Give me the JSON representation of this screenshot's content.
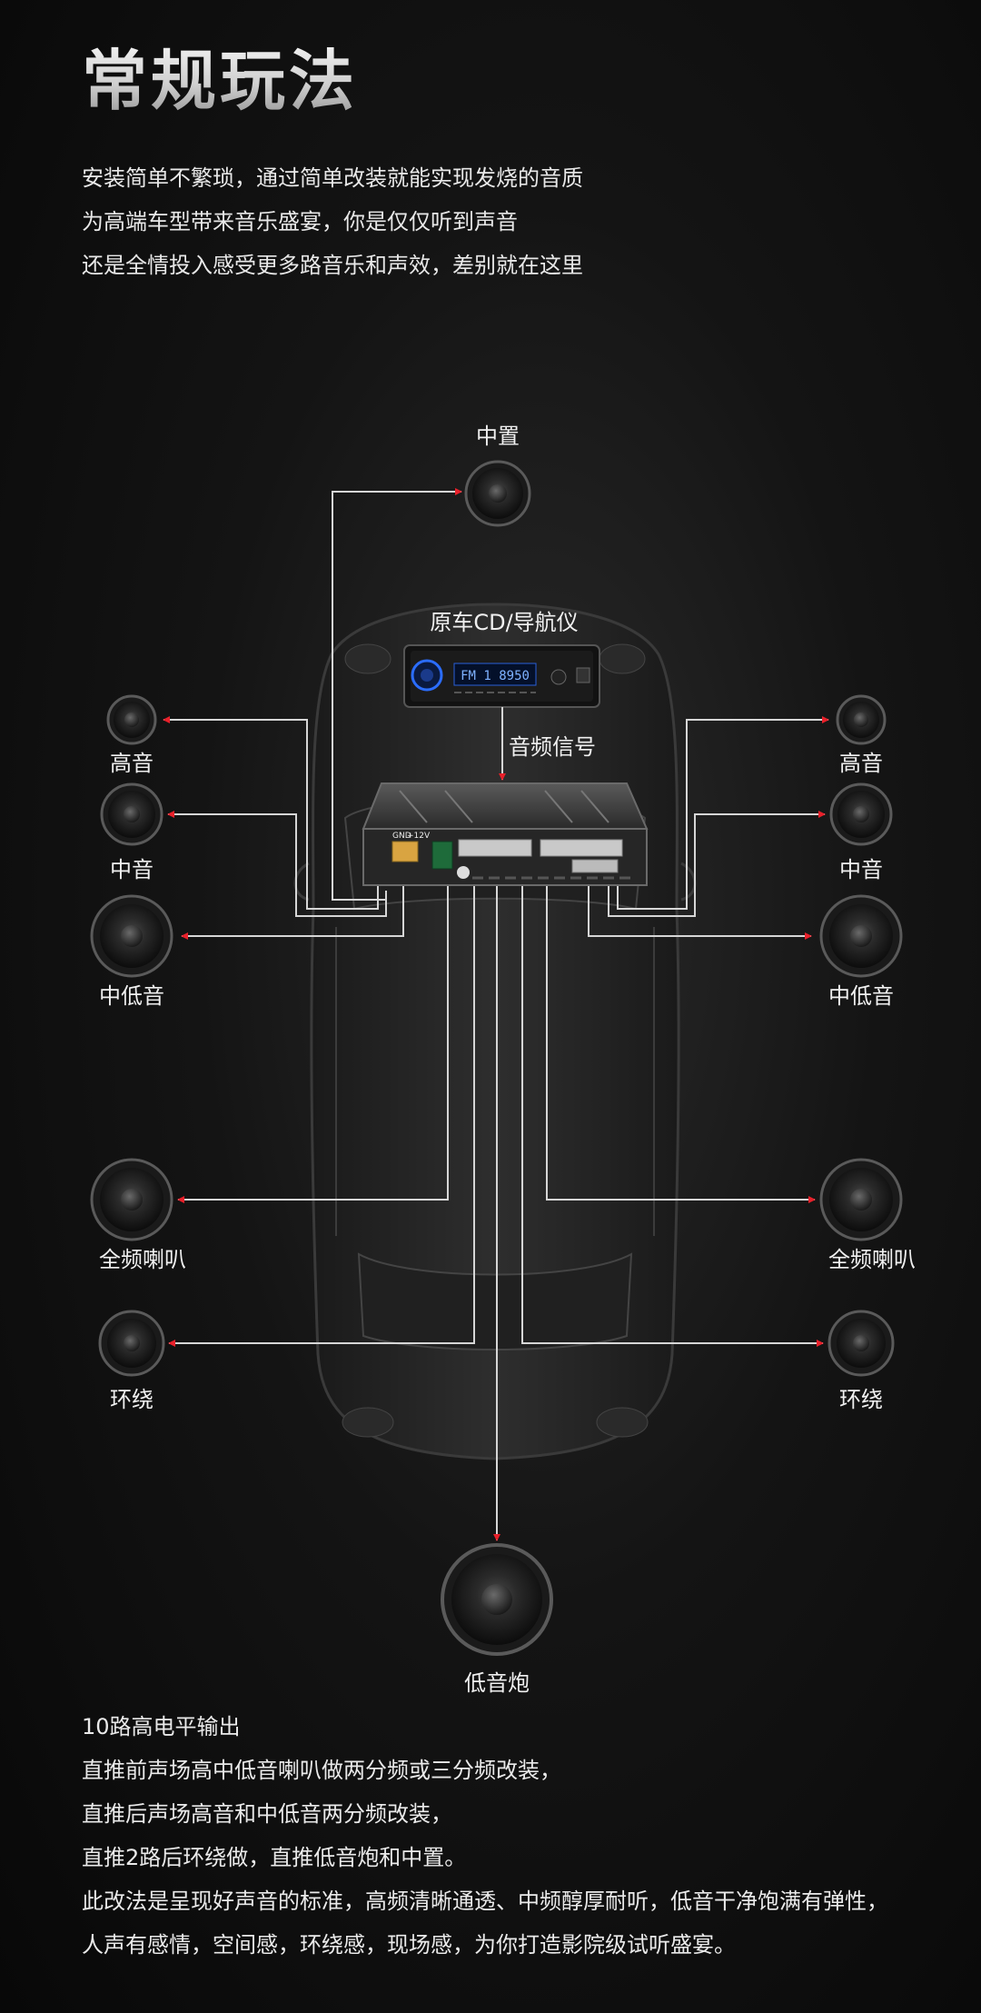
{
  "title": "常规玩法",
  "intro": [
    "安装简单不繁琐，通过简单改装就能实现发烧的音质",
    "为高端车型带来音乐盛宴，你是仅仅听到声音",
    "还是全情投入感受更多路音乐和声效，差别就在这里"
  ],
  "diagram": {
    "head_unit_label": "原车CD/导航仪",
    "head_unit_display": "FM 1 8950",
    "signal_label": "音频信号",
    "speakers": {
      "center": "中置",
      "tweeter_left": "高音",
      "tweeter_right": "高音",
      "mid_left": "中音",
      "mid_right": "中音",
      "midbass_left": "中低音",
      "midbass_right": "中低音",
      "fullrange_left": "全频喇叭",
      "fullrange_right": "全频喇叭",
      "surround_left": "环绕",
      "surround_right": "环绕",
      "subwoofer": "低音炮"
    },
    "dsp_labels": {
      "gnd": "GND",
      "v12": "+12V"
    },
    "accent_color": "#e8202a"
  },
  "outro": [
    "10路高电平输出",
    "直推前声场高中低音喇叭做两分频或三分频改装，",
    "直推后声场高音和中低音两分频改装，",
    "直推2路后环绕做，直推低音炮和中置。",
    "此改法是呈现好声音的标准，高频清晰通透、中频醇厚耐听，低音干净饱满有弹性，",
    "人声有感情，空间感，环绕感，现场感，为你打造影院级试听盛宴。"
  ]
}
